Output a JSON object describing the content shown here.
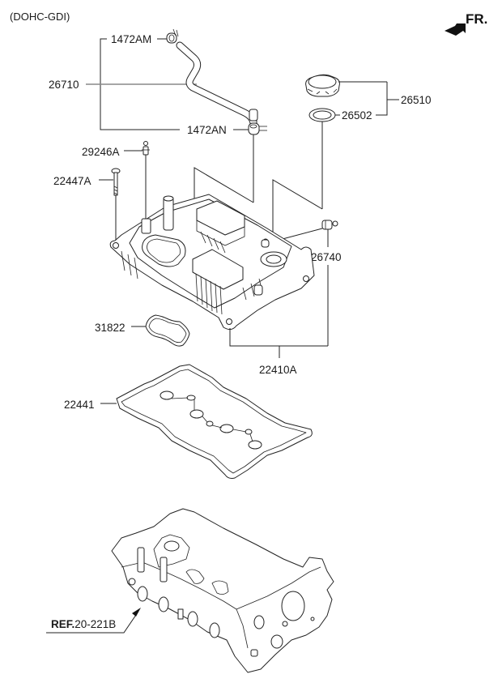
{
  "header": {
    "variant": "(DOHC-GDI)",
    "direction_label": "FR.",
    "direction_icon": "front-arrow-icon"
  },
  "parts": [
    {
      "id": "clamp_upper",
      "number": "1472AM",
      "description": "hose clamp (upper)"
    },
    {
      "id": "breather_hose",
      "number": "26710",
      "description": "PCV / breather hose"
    },
    {
      "id": "clamp_lower",
      "number": "1472AN",
      "description": "hose clamp (lower)"
    },
    {
      "id": "oil_filler_cap",
      "number": "26510",
      "description": "oil filler cap assembly"
    },
    {
      "id": "cap_gasket",
      "number": "26502",
      "description": "filler cap gasket"
    },
    {
      "id": "stud",
      "number": "29246A",
      "description": "stud"
    },
    {
      "id": "bolt",
      "number": "22447A",
      "description": "cover bolt"
    },
    {
      "id": "pcv_valve",
      "number": "26740",
      "description": "PCV valve"
    },
    {
      "id": "gasket_small",
      "number": "31822",
      "description": "gasket"
    },
    {
      "id": "cover_assembly",
      "number": "22410A",
      "description": "rocker cover assembly"
    },
    {
      "id": "cover_gasket",
      "number": "22441",
      "description": "rocker cover gasket"
    }
  ],
  "reference": {
    "prefix": "REF.",
    "number": "20-221B",
    "description": "cylinder head"
  }
}
